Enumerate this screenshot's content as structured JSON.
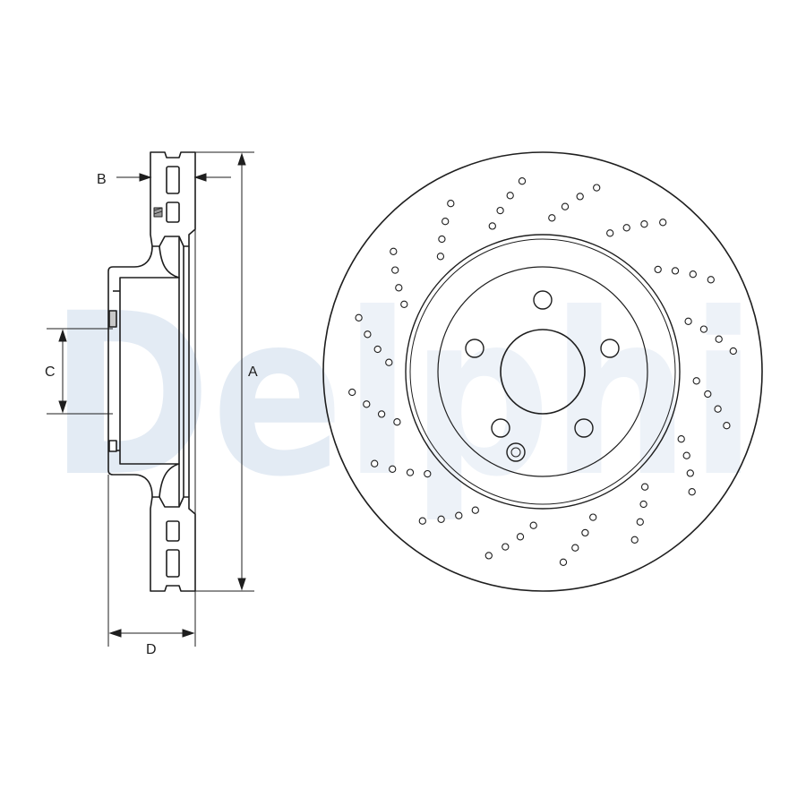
{
  "watermark": {
    "text": "Delphi",
    "color": "#dfe8f3"
  },
  "dimensions": {
    "A": "A",
    "B": "B",
    "C": "C",
    "D": "D"
  },
  "colors": {
    "line": "#1e1e1e",
    "fill": "#ffffff",
    "accent_fill": "#c8c8c8"
  }
}
